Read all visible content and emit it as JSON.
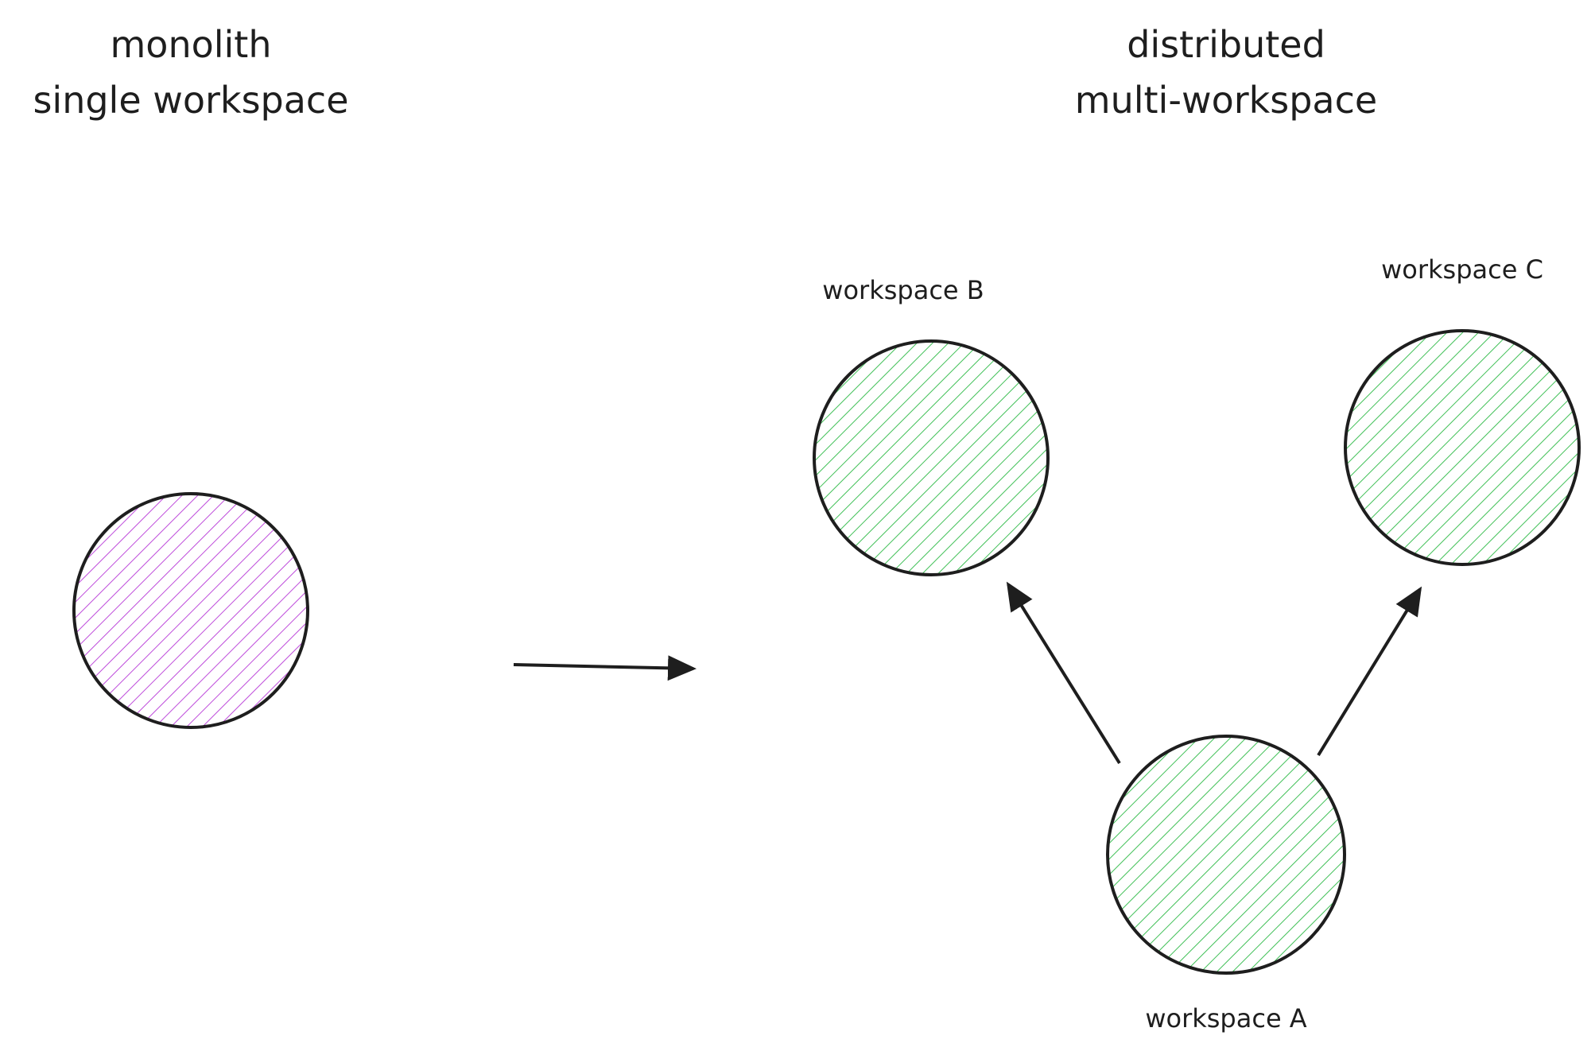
{
  "left": {
    "title_line1": "monolith",
    "title_line2": "single workspace"
  },
  "right": {
    "title_line1": "distributed",
    "title_line2": "multi-workspace"
  },
  "nodes": {
    "workspace_a": "workspace A",
    "workspace_b": "workspace B",
    "workspace_c": "workspace C"
  },
  "colors": {
    "monolith_fill": "#be4bdb",
    "workspace_fill": "#40c057",
    "stroke": "#1e1e1e"
  }
}
